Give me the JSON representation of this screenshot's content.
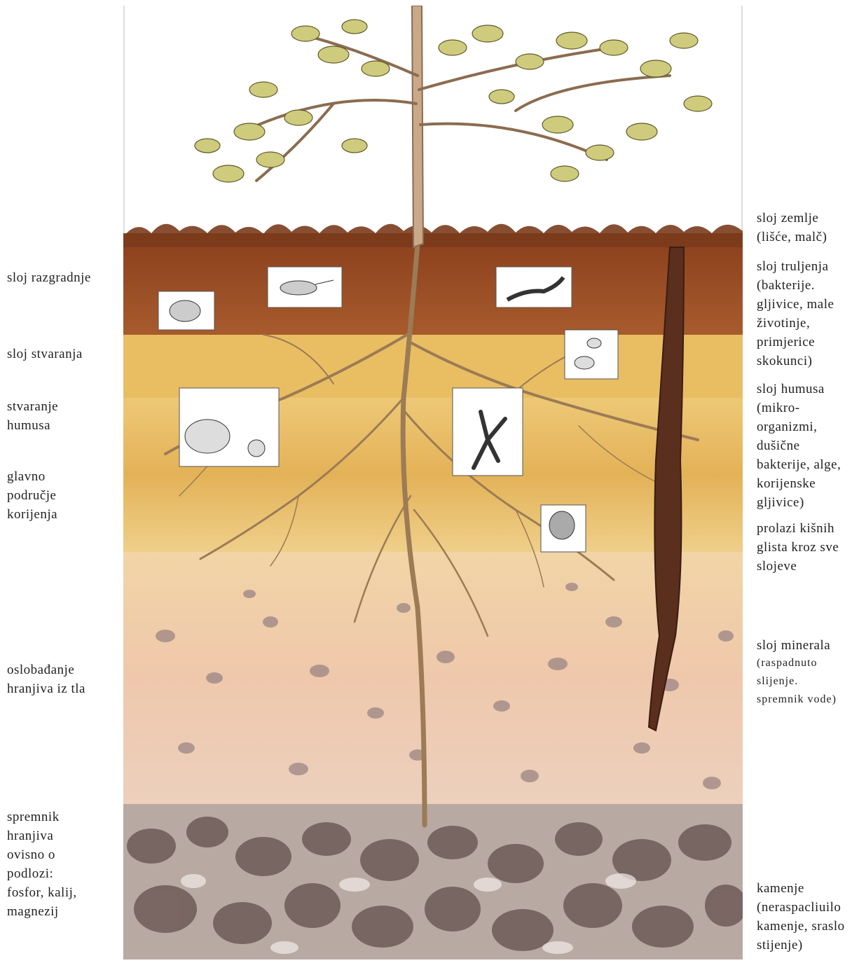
{
  "labels_left": {
    "razgradnje": "sloj razgradnje",
    "stvaranja": "sloj stvaranja",
    "humus": "stvaranje\nhumusa",
    "korijenje": "glavno\npodručje\nkorijenja",
    "oslobadanje": "oslobađanje\nhranjiva iz tla",
    "spremnik": "spremnik\nhranjiva\novisno o\npodlozi:\nfosfor, kalij,\nmagnezij"
  },
  "labels_right": {
    "zemlje": "sloj zemlje\n(lišće, malč)",
    "truljenja": "sloj truljenja\n(bakterije.\ngljivice, male\nživotinje,\nprimjerice\nskokunci)",
    "humusa": "sloj humusa\n(mikro-\norganizmi,\ndušične\nbakterije, alge,\nkorijenske\ngljivice)",
    "glista": "prolazi kišnih\nglista kroz sve\nslojeve",
    "minerala_title": "sloj minerala",
    "minerala_detail": "(raspadnuto\nslijenje.\nspremnik vode)",
    "kamenje": "kamenje\n(neraspacliuilo\nkamenje, sraslo\nstijenje)"
  },
  "colors": {
    "sky": "#ffffff",
    "litter": "#8a4a22",
    "decomposition": "#9b4f26",
    "formation": "#e2b45a",
    "humus": "#e7bb5c",
    "mineral": "#efcfb3",
    "rock": "#8f7c77",
    "leaves": "#c9c67a",
    "root": "#a9835c",
    "worm": "#5a2f1e"
  }
}
